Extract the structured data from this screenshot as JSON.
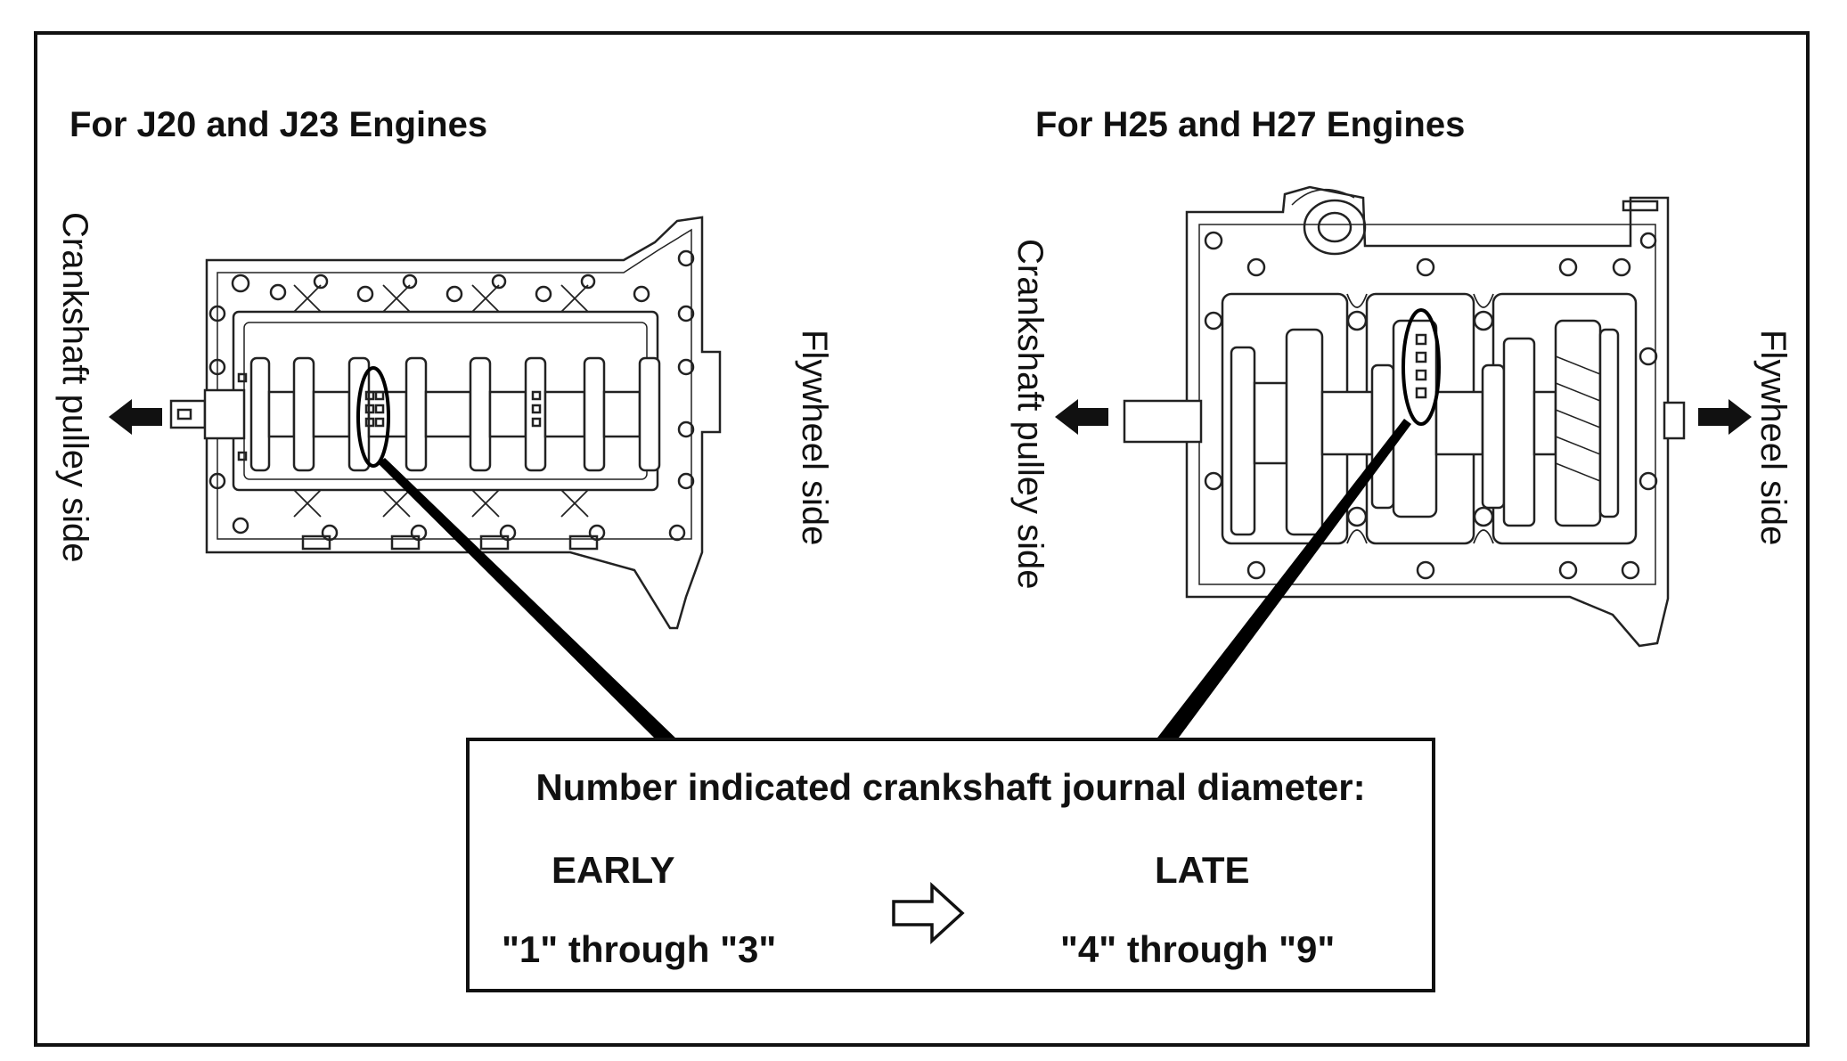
{
  "left_panel": {
    "heading": "For J20 and J23 Engines",
    "left_label": "Crankshaft pulley side",
    "right_label": "Flywheel side"
  },
  "right_panel": {
    "heading": "For H25 and H27 Engines",
    "left_label": "Crankshaft pulley side",
    "right_label": "Flywheel side"
  },
  "callout": {
    "title": "Number indicated crankshaft journal diameter:",
    "early_label": "EARLY",
    "early_range": "\"1\" through \"3\"",
    "late_label": "LATE",
    "late_range": "\"4\" through \"9\"",
    "transition_icon": "hollow-right-arrow-icon"
  }
}
